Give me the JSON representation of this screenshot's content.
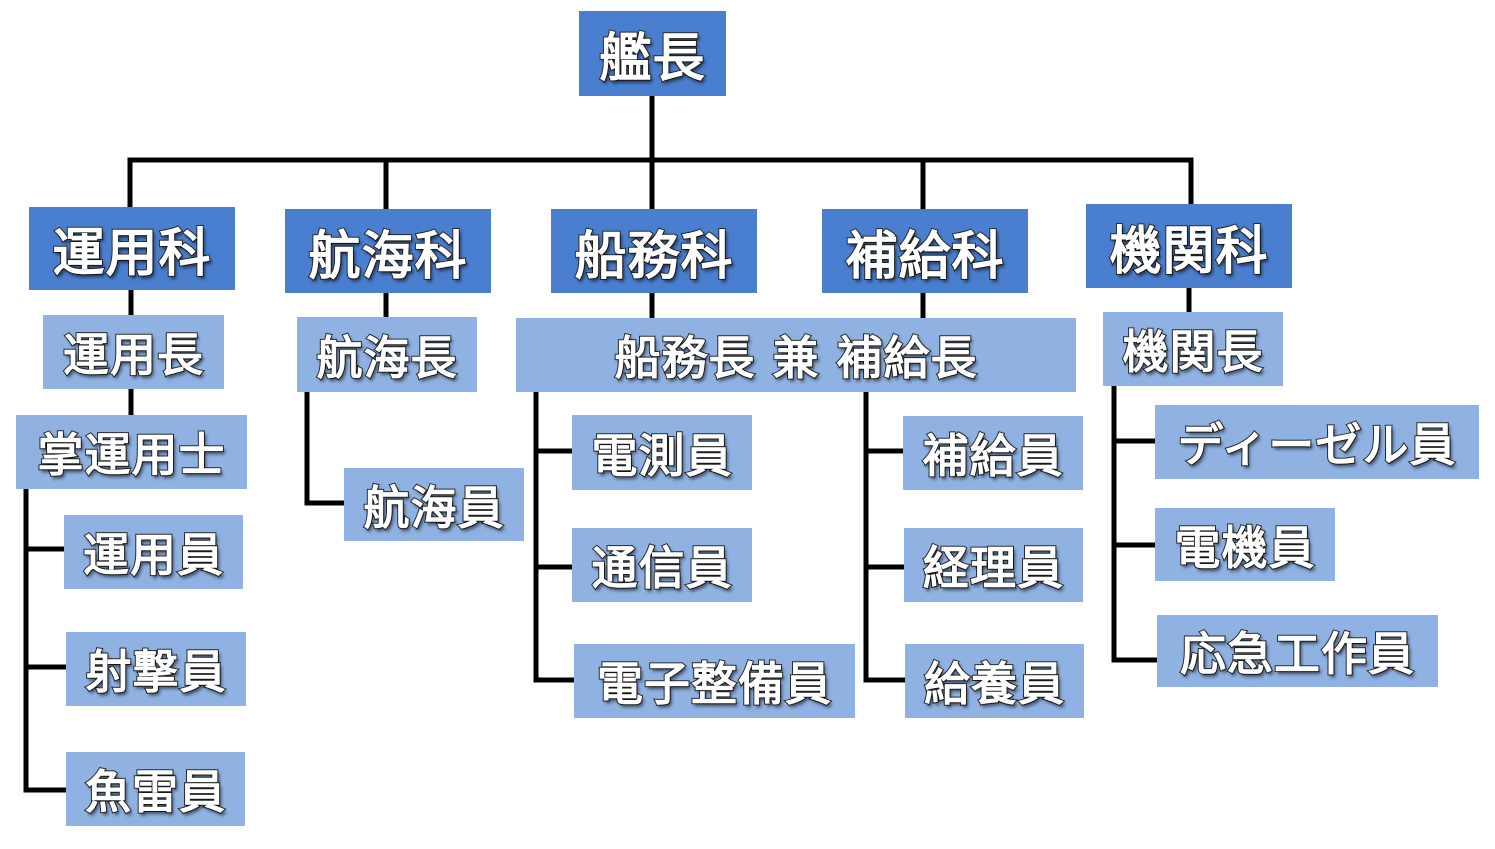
{
  "chart": {
    "captain": "艦長",
    "departments": {
      "unyo": "運用科",
      "kokai": "航海科",
      "senmu": "船務科",
      "hokyu": "補給科",
      "kikan": "機関科"
    },
    "heads": {
      "unyo": "運用長",
      "shoun": "掌運用士",
      "kokai": "航海長",
      "senmu_hokyu": "船務長 兼 補給長",
      "kikan": "機関長"
    },
    "members": {
      "unyo": [
        "運用員",
        "射撃員",
        "魚雷員"
      ],
      "kokai": [
        "航海員"
      ],
      "senmu": [
        "電測員",
        "通信員",
        "電子整備員"
      ],
      "hokyu": [
        "補給員",
        "経理員",
        "給養員"
      ],
      "kikan": [
        "ディーゼル員",
        "電機員",
        "応急工作員"
      ]
    }
  },
  "colors": {
    "department_fill": "#4a7fcf",
    "position_fill": "#8fb2e3",
    "text": "#ffffff",
    "line": "#000000"
  }
}
